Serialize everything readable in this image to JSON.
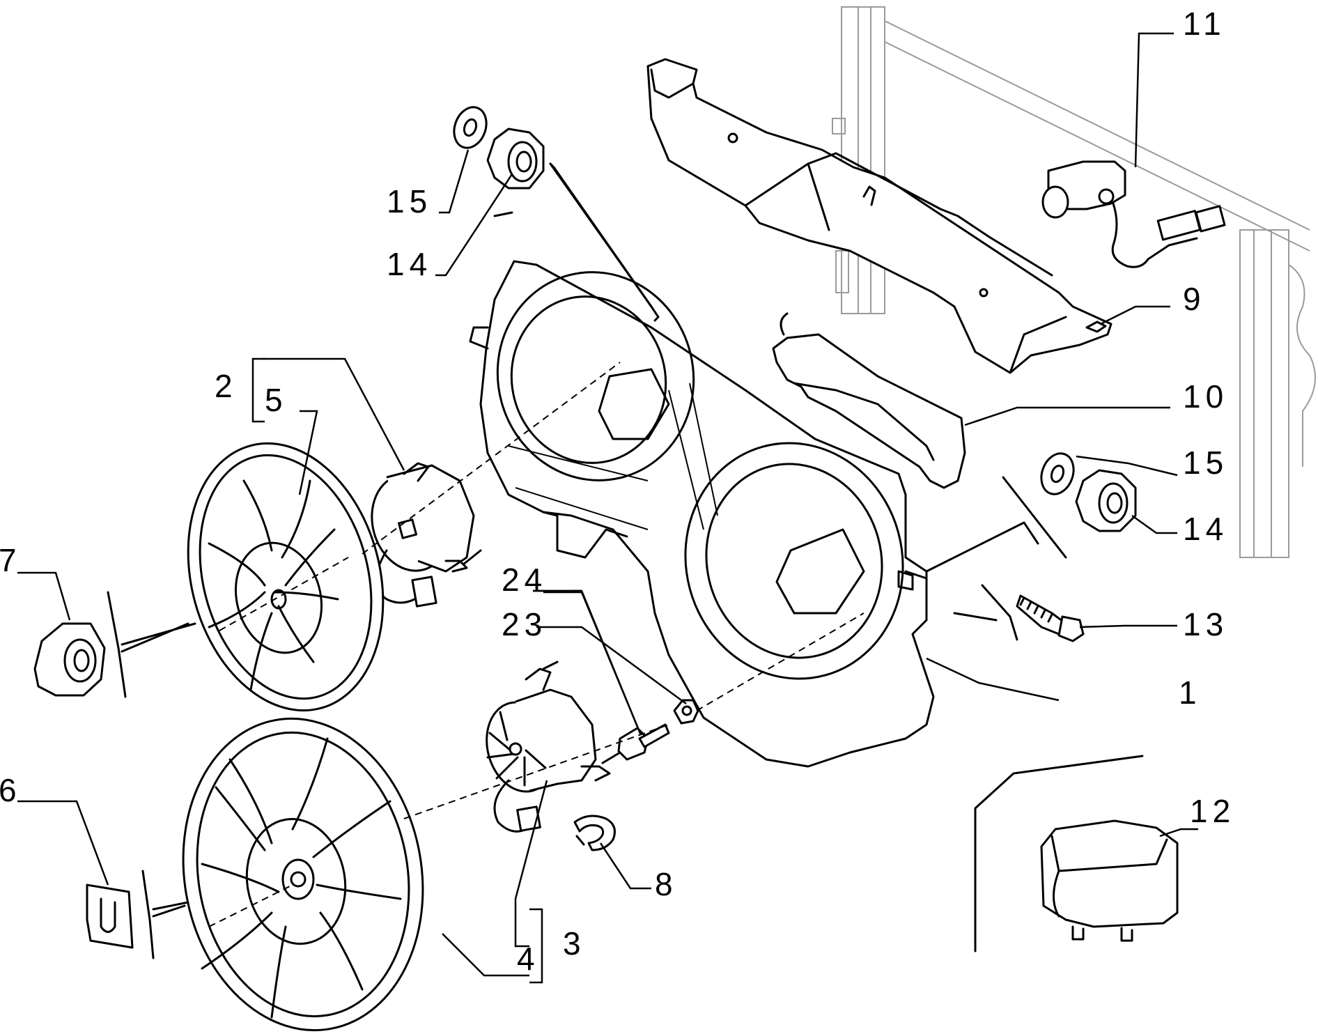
{
  "callouts": {
    "c1": "1",
    "c2": "2",
    "c3": "3",
    "c4": "4",
    "c5": "5",
    "c6": "6",
    "c7": "7",
    "c8": "8",
    "c9": "9",
    "c10": "10",
    "c11": "11",
    "c12": "12",
    "c13": "13",
    "c14_top": "14",
    "c14_right": "14",
    "c15_top": "15",
    "c15_right": "15",
    "c23": "23",
    "c24": "24"
  }
}
